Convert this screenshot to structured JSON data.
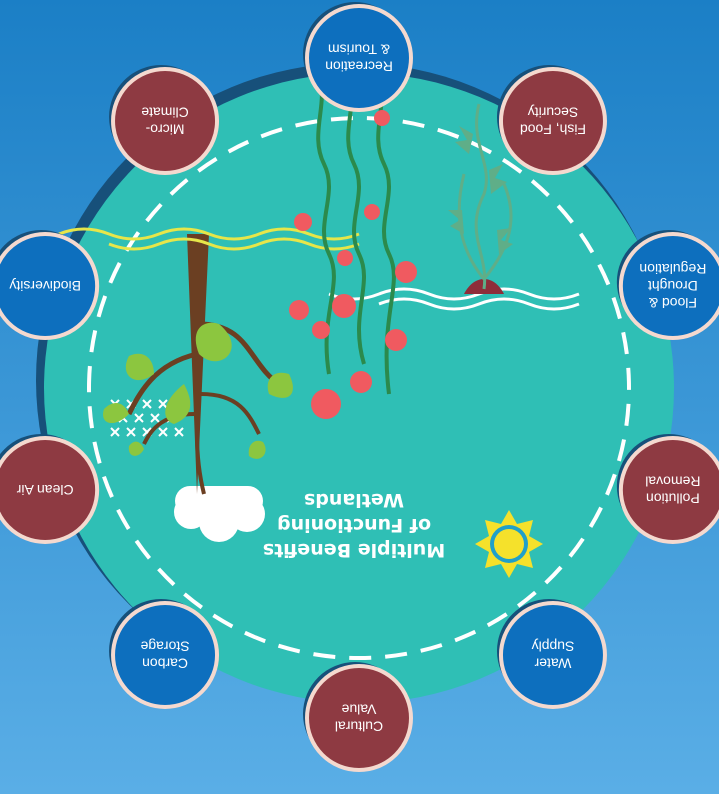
{
  "title": [
    "Multiple Benefits",
    "of Functioning",
    "Wetlands"
  ],
  "benefits": [
    {
      "lines": [
        "Cultural",
        "Value"
      ],
      "color": "#8e3a42"
    },
    {
      "lines": [
        "Carbon",
        "Storage"
      ],
      "color": "#0d6fbe"
    },
    {
      "lines": [
        "Clean Air"
      ],
      "color": "#8e3a42"
    },
    {
      "lines": [
        "Biodiversity"
      ],
      "color": "#0d6fbe"
    },
    {
      "lines": [
        "Micro-",
        "Climate"
      ],
      "color": "#8e3a42"
    },
    {
      "lines": [
        "Recreation",
        "& Tourism"
      ],
      "color": "#0d6fbe"
    },
    {
      "lines": [
        "Fish, Food",
        "Security"
      ],
      "color": "#8e3a42"
    },
    {
      "lines": [
        "Flood &",
        "Drought",
        "Regulation"
      ],
      "color": "#0d6fbe"
    },
    {
      "lines": [
        "Pollution",
        "Removal"
      ],
      "color": "#8e3a42"
    },
    {
      "lines": [
        "Water",
        "Supply"
      ],
      "color": "#0d6fbe"
    }
  ],
  "colors": {
    "background_top": "#5aaee6",
    "background_bottom": "#1b7fc6",
    "wetland_circle": "#2fbfb5",
    "circle_shadow": "#17507a",
    "node_border": "#f4d9cf",
    "berry": "#f05a60",
    "stem": "#2b8a4c",
    "leaf": "#8cc63f",
    "sun": "#f5e12b"
  },
  "icons": [
    "sun-icon",
    "cloud-icon",
    "rain-icon",
    "mangrove-icon",
    "seaweed-icon",
    "aquatic-plant-icon"
  ]
}
